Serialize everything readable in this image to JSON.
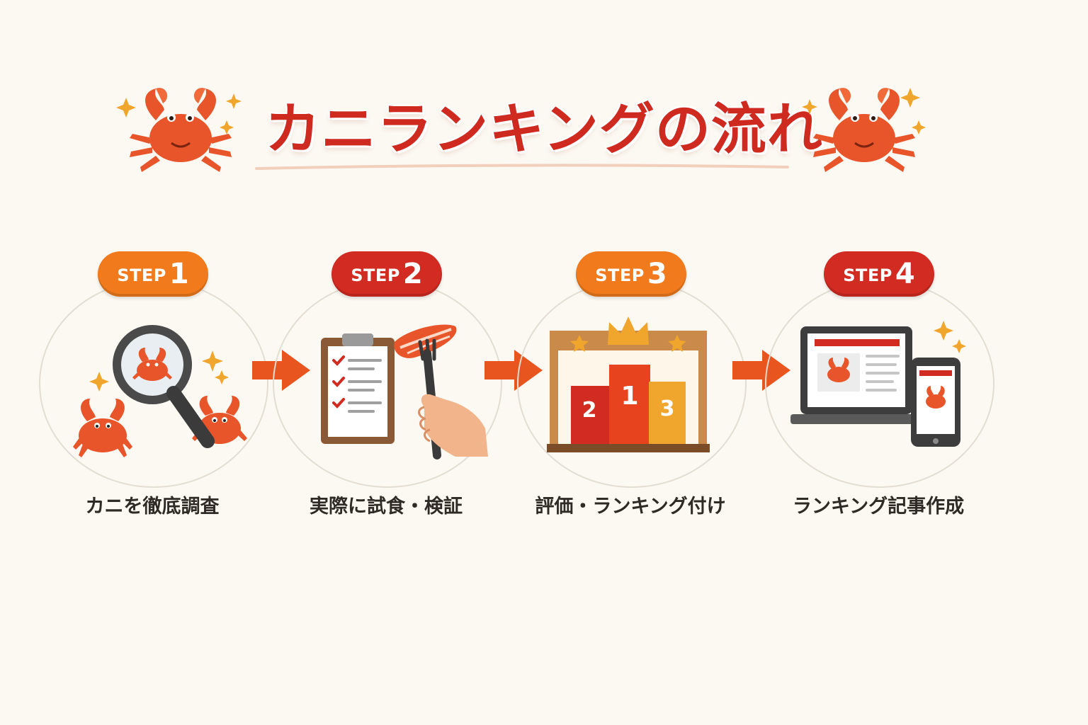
{
  "title": "カニランキングの流れ",
  "colors": {
    "title_red": "#cf2a1f",
    "orange_badge": "#f07a1c",
    "red_badge": "#d22b21",
    "arrow": "#e8551f",
    "crab": "#e8552a",
    "background": "#fcf9f3"
  },
  "steps": [
    {
      "word": "STEP",
      "number": "1",
      "label": "カニを徹底調査",
      "badge_color": "orange",
      "icon": "magnifier-crab-icon"
    },
    {
      "word": "STEP",
      "number": "2",
      "label": "実際に試食・検証",
      "badge_color": "red",
      "icon": "clipboard-tasting-icon"
    },
    {
      "word": "STEP",
      "number": "3",
      "label": "評価・ランキング付け",
      "badge_color": "orange",
      "icon": "podium-crown-icon"
    },
    {
      "word": "STEP",
      "number": "4",
      "label": "ランキング記事作成",
      "badge_color": "red",
      "icon": "laptop-phone-article-icon"
    }
  ],
  "podium": {
    "first": "1",
    "second": "2",
    "third": "3"
  }
}
